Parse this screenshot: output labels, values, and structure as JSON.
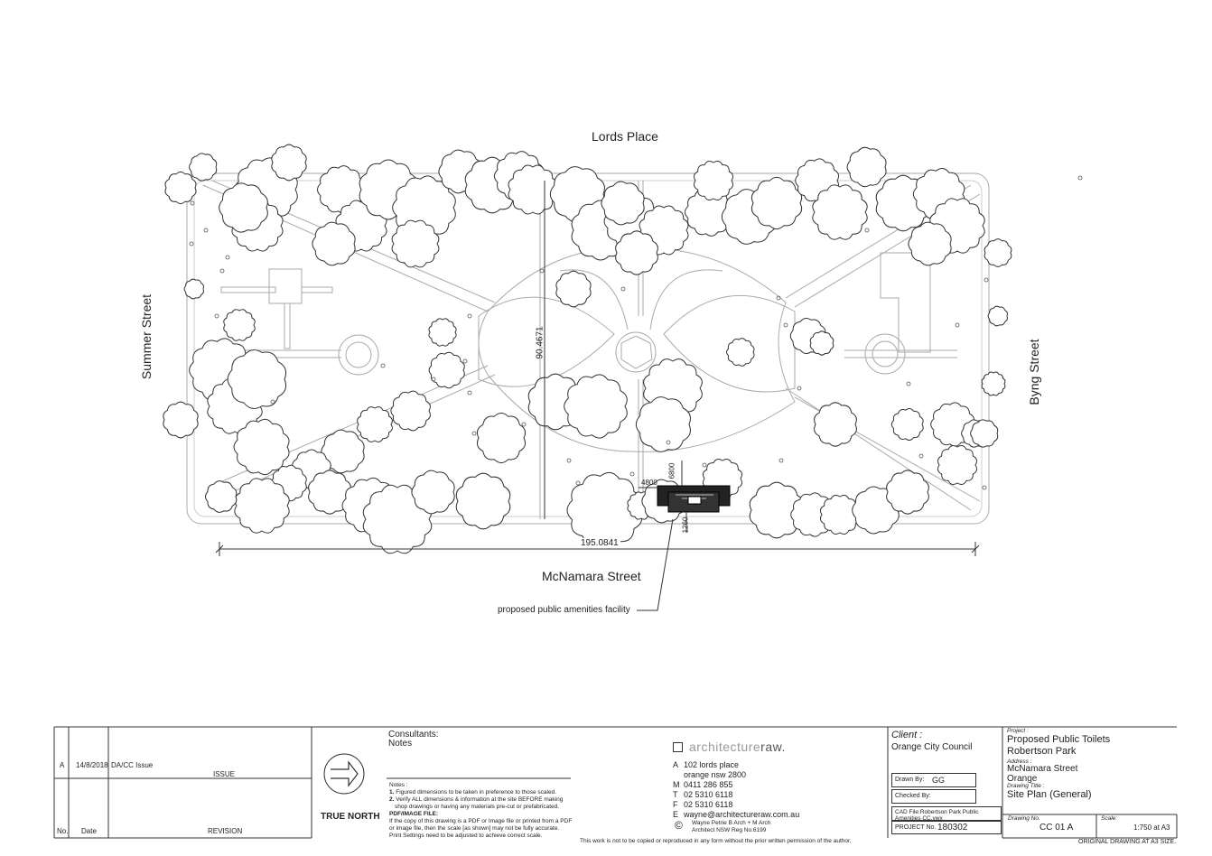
{
  "streets": {
    "north": "Lords Place",
    "south": "McNamara Street",
    "west": "Summer Street",
    "east": "Byng Street"
  },
  "dimensions": {
    "width": "195.0841",
    "height": "90.4671",
    "d1": "4800",
    "d2": "6800",
    "d3": "1260"
  },
  "callout": "proposed public amenities facility",
  "revision": {
    "rev": "A",
    "date": "14/8/2018",
    "desc": "DA/CC Issue",
    "issue_label": "ISSUE",
    "col_no": "No.",
    "col_date": "Date",
    "col_revision": "REVISION"
  },
  "north_label": "TRUE NORTH",
  "consultants": {
    "title": "Consultants:",
    "notes": "Notes"
  },
  "notes": {
    "heading": "Notes :",
    "n1_num": "1.",
    "n1": "Figured dimensions to be taken in preference to those scaled.",
    "n2_num": "2.",
    "n2a": "Verify ALL dimensions & information at the site BEFORE making",
    "n2b": "shop drawings or having any materials pre-cut or prefabricated.",
    "pdf_heading": "PDF/IMAGE FILE:",
    "pdf1": "If the copy of this drawing is a PDF or Image file or printed from a PDF",
    "pdf2": "or image file, then the scale [as shown] may not be fully accurate.",
    "pdf3": "Print Settings need to be adjusted to achieve correct scale."
  },
  "firm": {
    "name_light": "architecture",
    "name_dark": "raw.",
    "addr_key": "A",
    "addr1": "102  lords place",
    "addr2": "orange  nsw  2800",
    "m_key": "M",
    "m": "0411 286 855",
    "t_key": "T",
    "t": "02 5310 6118",
    "f_key": "F",
    "f": "02 5310 6118",
    "e_key": "E",
    "e": "wayne@architectureraw.com.au",
    "copyright": "©",
    "credit1": "Wayne Petrie B Arch + M Arch",
    "credit2": "Architect NSW Reg No.6199"
  },
  "client": {
    "label": "Client :",
    "name": "Orange City Council",
    "drawn_by_label": "Drawn By:",
    "drawn_by": "GG",
    "checked_by_label": "Checked By:",
    "cad_label": "CAD File:",
    "cad": "Robertson Park Public Amenities CC.vwx",
    "project_no_label": "PROJECT No.",
    "project_no": "180302"
  },
  "project": {
    "label": "Project :",
    "line1": "Proposed Public Toilets",
    "line2": "Robertson Park",
    "address_label": "Address :",
    "address1": "McNamara Street",
    "address2": "Orange",
    "drawing_title_label": "Drawing Title :",
    "drawing_title": "Site Plan (General)",
    "drawing_no_label": "Drawing No.",
    "drawing_no": "CC 01 A",
    "scale_label": "Scale:",
    "scale": "1:750 at A3",
    "original": "ORIGINAL DRAWING AT A3 SIZE."
  },
  "copyright_notice": "This work is not to be copied or reproduced in any form without the prior written permission of the author."
}
